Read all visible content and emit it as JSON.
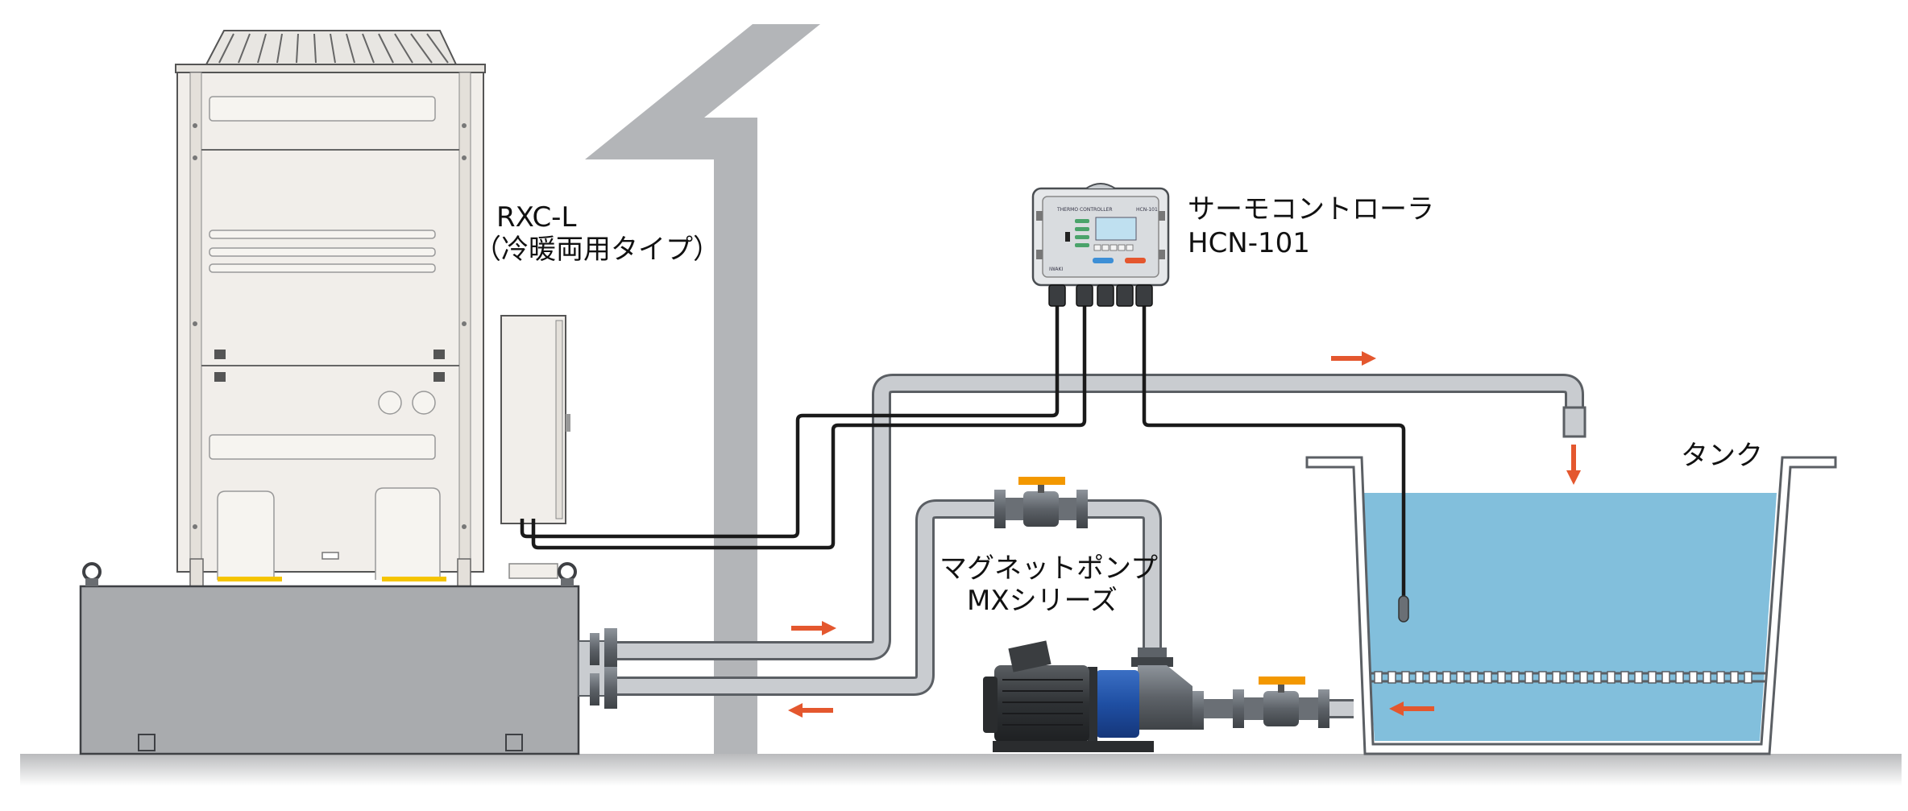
{
  "labels": {
    "chiller_model": "RXC-L",
    "chiller_type": "（冷暖両用タイプ）",
    "controller_name": "サーモコントローラ",
    "controller_model": "HCN-101",
    "pump_name": "マグネットポンプ",
    "pump_series": "MXシリーズ",
    "tank": "タンク"
  },
  "controller_panel": {
    "header": "THERMO CONTROLLER",
    "model_tag": "HCN-101",
    "brand": "IWAKI"
  },
  "colors": {
    "arrow": "#e4572e",
    "water": "#82bfdc",
    "pipe": "#c9ccd0",
    "pipe_outline": "#5b5f64",
    "wall": "#b3b5b8",
    "base": "#a9abae",
    "chiller_body": "#f1eeea",
    "valve_handle": "#f39800",
    "pump_motor": "#3a3d40",
    "pump_blue": "#1f4fa3",
    "ground": "#c8c9cb"
  },
  "icons": {
    "flow_arrow": "flow-arrow-icon",
    "valve": "ball-valve-icon",
    "pump": "magnet-pump-icon",
    "chiller": "chiller-unit-icon",
    "controller": "thermo-controller-icon",
    "sensor": "temperature-sensor-icon"
  }
}
